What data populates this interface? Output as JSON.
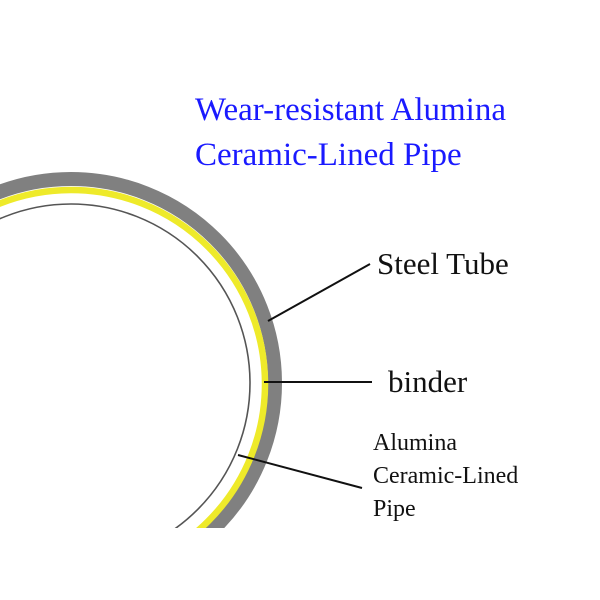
{
  "title": [
    "Wear-resistant Alumina",
    "Ceramic-Lined Pipe"
  ],
  "labels": {
    "steel_tube": "Steel Tube",
    "binder": "binder",
    "alumina": [
      "Alumina",
      "Ceramic-Lined",
      "Pipe"
    ]
  },
  "colors": {
    "title": "#1a1aff",
    "steel_tube": "#808080",
    "binder": "#eeea2a",
    "ceramic_line": "#555555",
    "leader": "#111111"
  }
}
